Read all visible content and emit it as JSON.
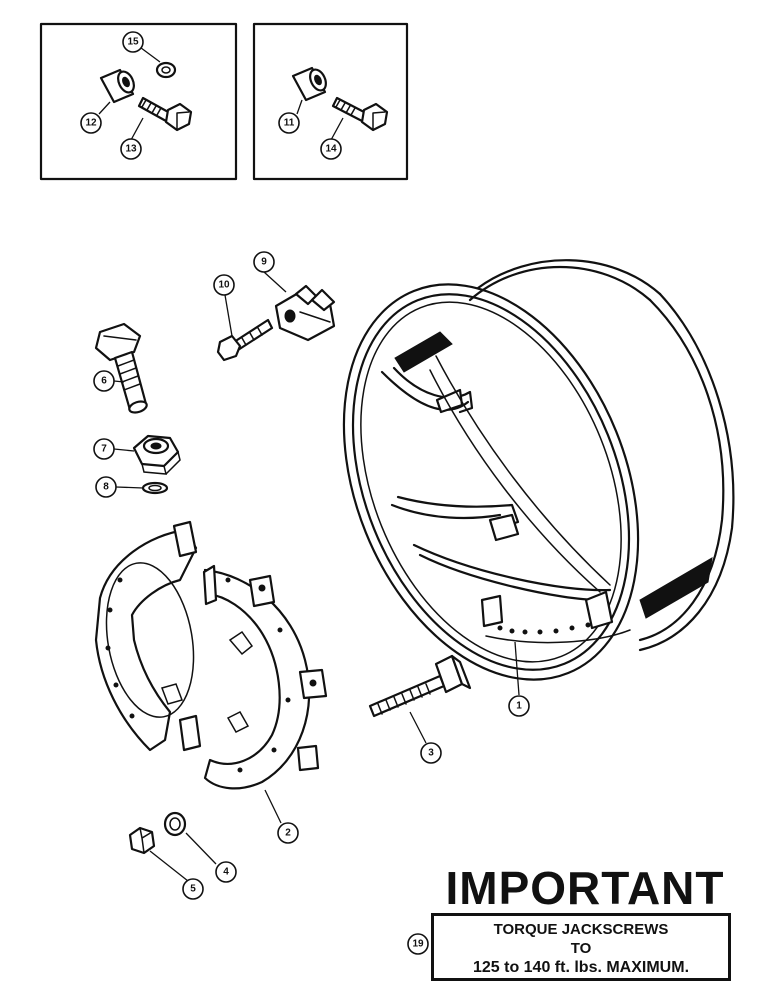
{
  "callouts": {
    "c1": "1",
    "c2": "2",
    "c3": "3",
    "c4": "4",
    "c5": "5",
    "c6": "6",
    "c7": "7",
    "c8": "8",
    "c9": "9",
    "c10": "10",
    "c11": "11",
    "c12": "12",
    "c13": "13",
    "c14": "14",
    "c15": "15",
    "c19": "19"
  },
  "notice": {
    "title": "IMPORTANT",
    "line1": "TORQUE JACKSCREWS",
    "line2": "TO",
    "line3": "125 to 140 ft. lbs. MAXIMUM."
  },
  "colors": {
    "ink": "#111111",
    "paper": "#ffffff"
  }
}
